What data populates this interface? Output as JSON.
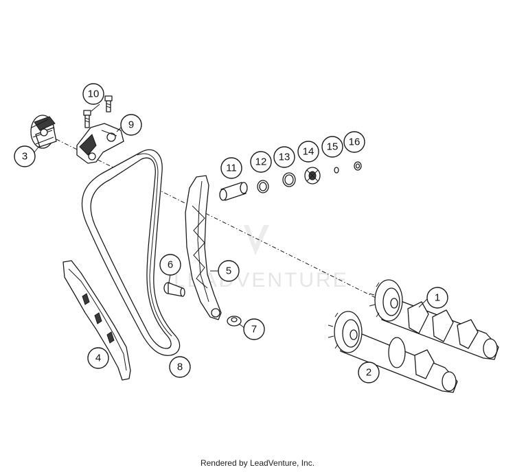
{
  "callouts": [
    {
      "id": "1",
      "label": "1"
    },
    {
      "id": "2",
      "label": "2"
    },
    {
      "id": "3",
      "label": "3"
    },
    {
      "id": "4",
      "label": "4"
    },
    {
      "id": "5",
      "label": "5"
    },
    {
      "id": "6",
      "label": "6"
    },
    {
      "id": "7",
      "label": "7"
    },
    {
      "id": "8",
      "label": "8"
    },
    {
      "id": "9",
      "label": "9"
    },
    {
      "id": "10",
      "label": "10"
    },
    {
      "id": "11",
      "label": "11"
    },
    {
      "id": "12",
      "label": "12"
    },
    {
      "id": "13",
      "label": "13"
    },
    {
      "id": "14",
      "label": "14"
    },
    {
      "id": "15",
      "label": "15"
    },
    {
      "id": "16",
      "label": "16"
    }
  ],
  "watermark": {
    "text": "LEADVENTURE"
  },
  "footer": {
    "text": "Rendered by LeadVenture, Inc."
  },
  "colors": {
    "line": "#1a1a1a",
    "background": "#ffffff",
    "watermark": "#e6e6e6"
  }
}
